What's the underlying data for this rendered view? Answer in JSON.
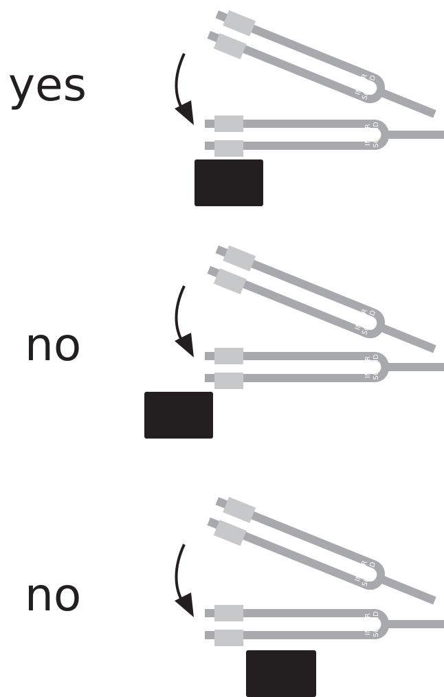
{
  "panels": [
    {
      "id": "panel-1",
      "verdict": "yes",
      "placement": "under both tines"
    },
    {
      "id": "panel-2",
      "verdict": "no",
      "placement": "too far left, off the tines"
    },
    {
      "id": "panel-3",
      "verdict": "no",
      "placement": "too far right, past the tines"
    }
  ],
  "fork_brand_line1": "INNER",
  "fork_brand_line2": "SOUND",
  "colors": {
    "fork_body": "#a7a9ac",
    "fork_tip": "#c7c8ca",
    "block": "#231f20",
    "text": "#231f20",
    "background": "#ffffff"
  },
  "icons": {
    "motion": "curved-arrow-down",
    "object": "tuning-fork",
    "target": "resonator-block"
  }
}
